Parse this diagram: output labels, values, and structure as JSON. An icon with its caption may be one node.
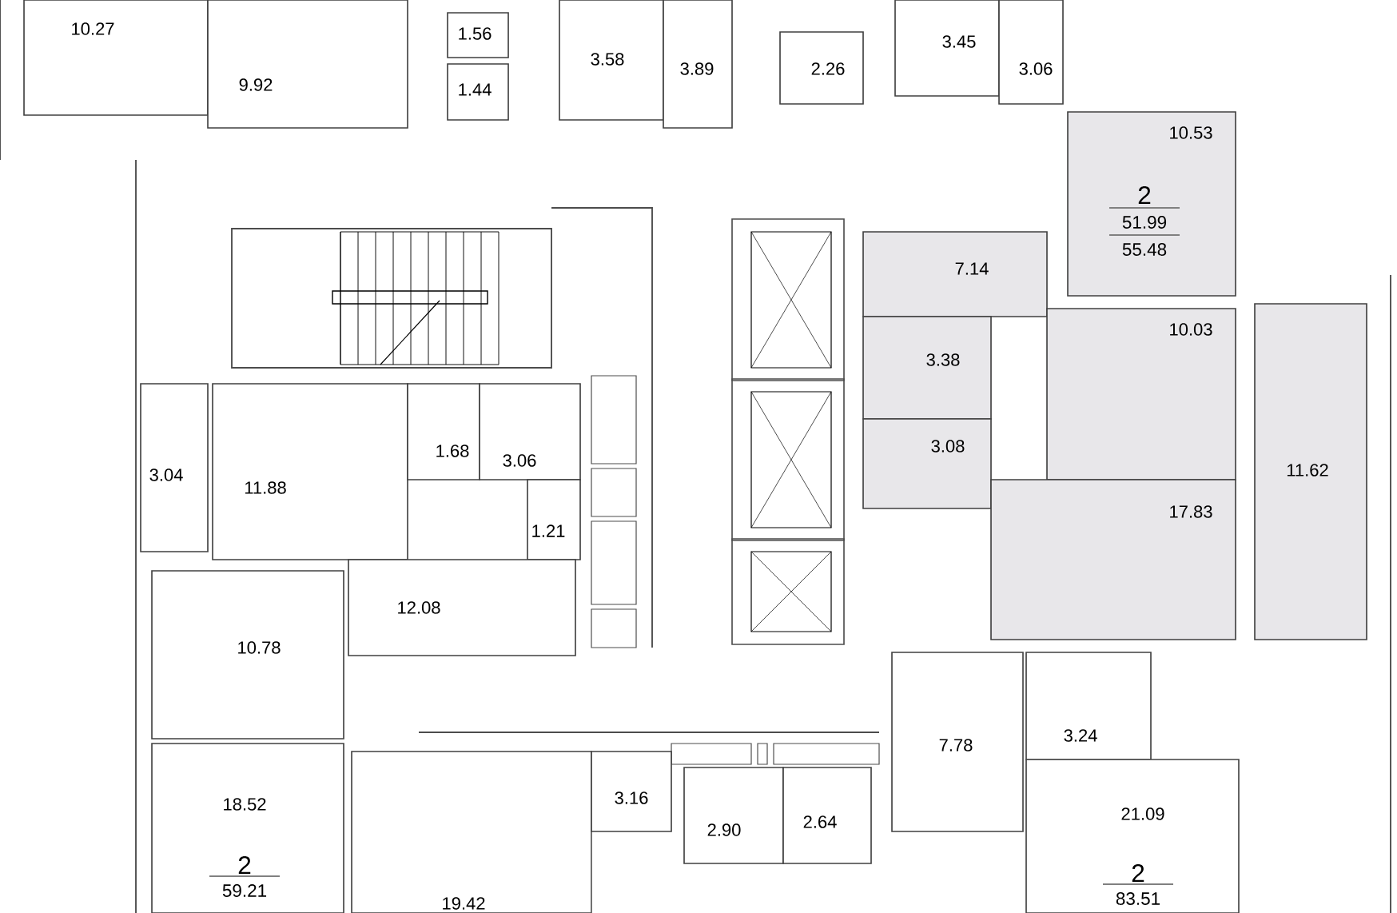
{
  "diagram": {
    "nodes": [
      {
        "text": [
          "10.27"
        ]
      },
      {
        "text": [
          "9.92"
        ]
      },
      {
        "text": [
          "1.56"
        ]
      },
      {
        "text": [
          "1.44"
        ]
      },
      {
        "text": [
          "3.58"
        ]
      },
      {
        "text": [
          "3.89"
        ]
      },
      {
        "text": [
          "2.26"
        ]
      },
      {
        "text": [
          "3.45"
        ]
      },
      {
        "text": [
          "3.06"
        ]
      },
      {
        "text": [
          "10.53",
          "2",
          "51.99",
          "55.48"
        ]
      },
      {
        "text": [
          "7.14"
        ]
      },
      {
        "text": [
          "3.38"
        ]
      },
      {
        "text": [
          "3.08"
        ]
      },
      {
        "text": [
          "10.03"
        ]
      },
      {
        "text": [
          "17.83"
        ]
      },
      {
        "text": [
          "11.62"
        ]
      },
      {
        "text": [
          "3.04"
        ]
      },
      {
        "text": [
          "11.88"
        ]
      },
      {
        "text": [
          "1.68"
        ]
      },
      {
        "text": [
          "3.06"
        ]
      },
      {
        "text": [
          "1.21"
        ]
      },
      {
        "text": [
          "12.08"
        ]
      },
      {
        "text": [
          "10.78"
        ]
      },
      {
        "text": [
          "18.52",
          "2",
          "59.21"
        ]
      },
      {
        "text": [
          "19.42"
        ]
      },
      {
        "text": [
          "3.16"
        ]
      },
      {
        "text": [
          "2.90"
        ]
      },
      {
        "text": [
          "2.64"
        ]
      },
      {
        "text": [
          "7.78"
        ]
      },
      {
        "text": [
          "3.24"
        ]
      },
      {
        "text": [
          "21.09",
          "2",
          "83.51"
        ]
      }
    ],
    "edges": []
  }
}
